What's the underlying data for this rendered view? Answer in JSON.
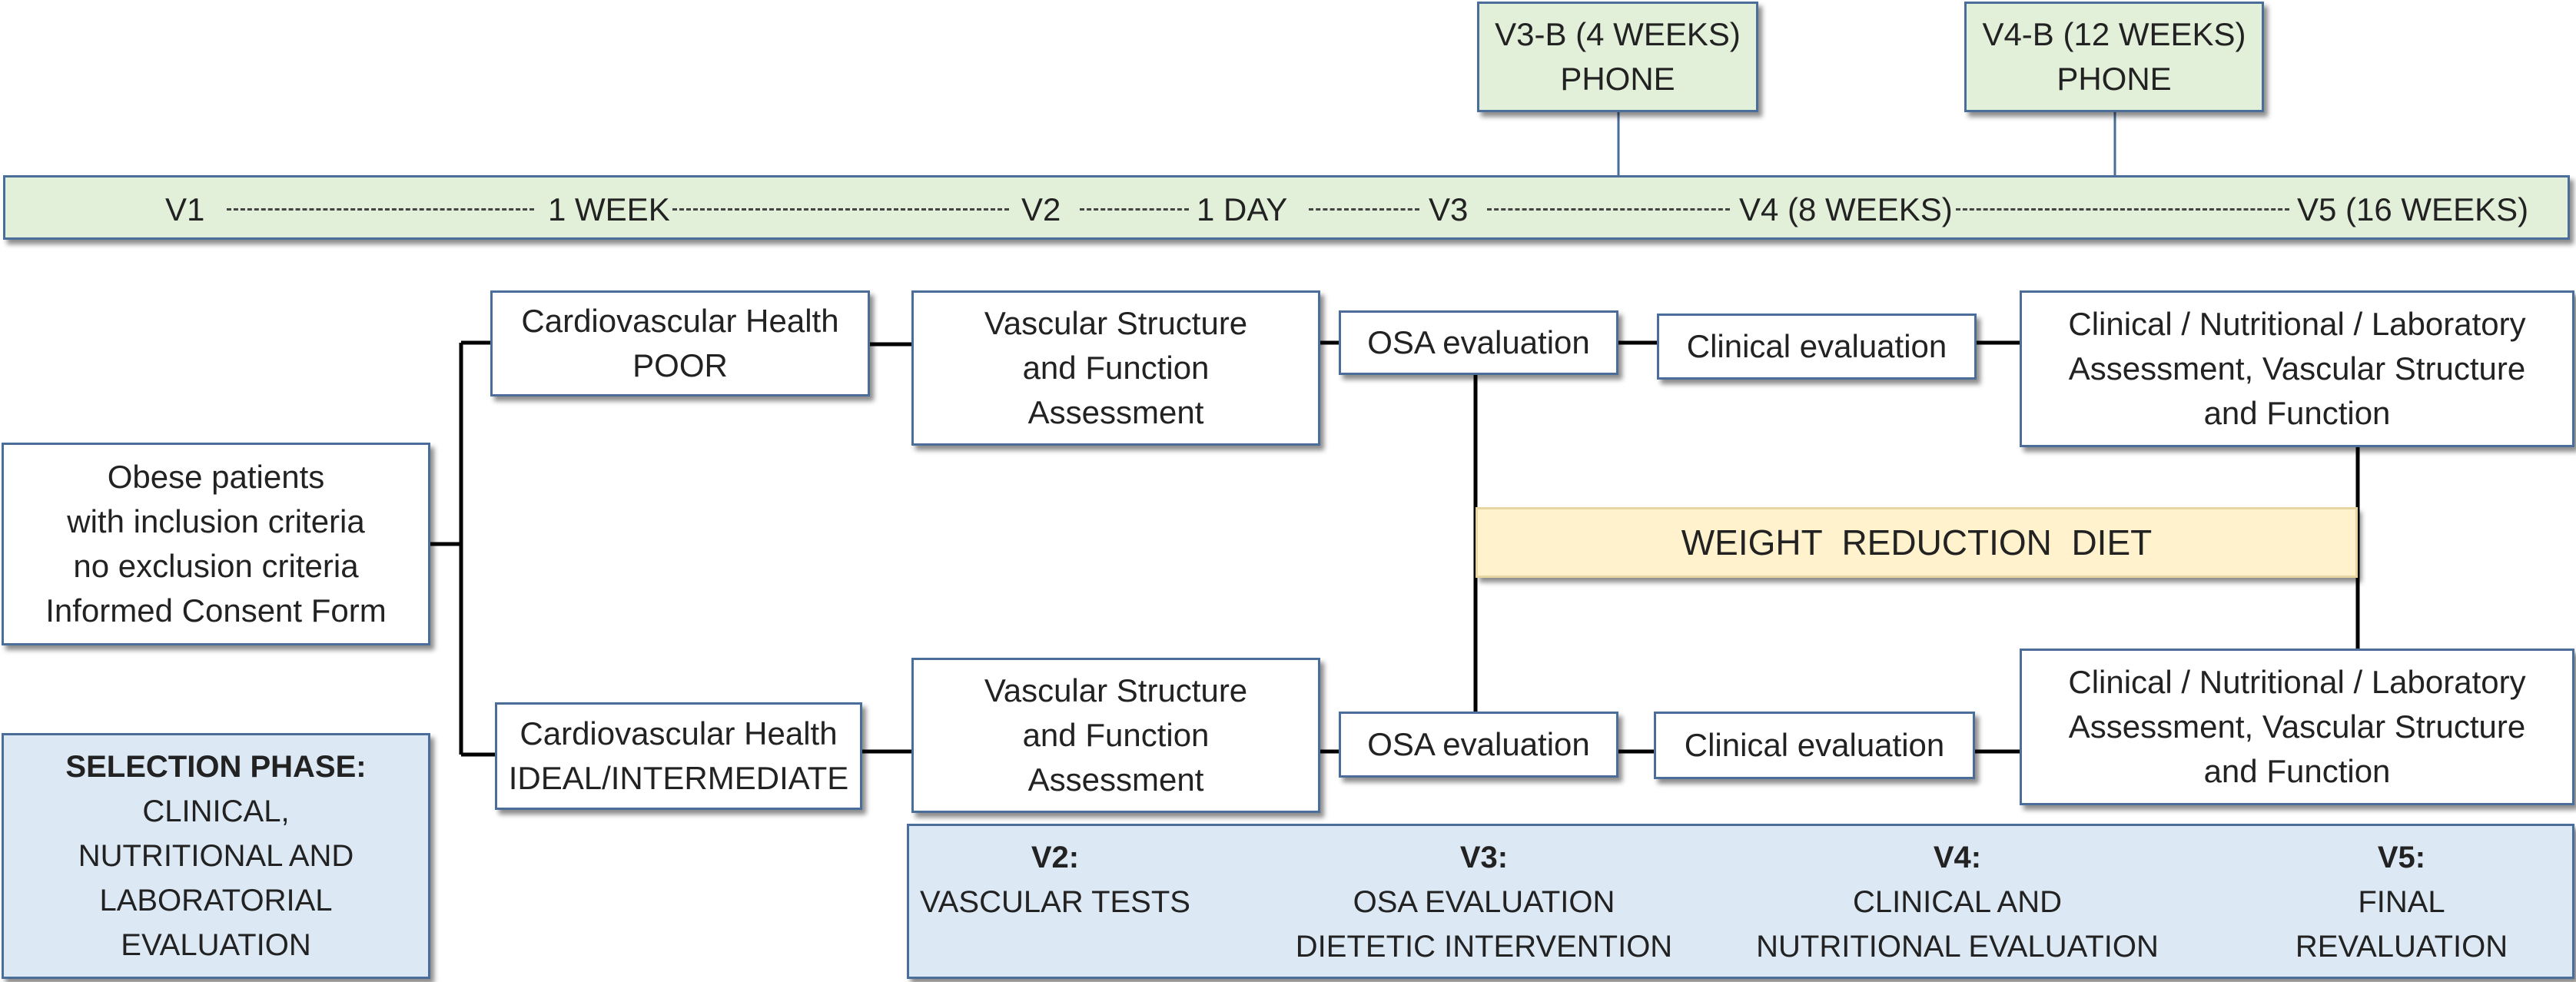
{
  "timeline": {
    "v1": "V1",
    "interval_1": "1 WEEK",
    "v2": "V2",
    "interval_2": "1 DAY",
    "v3": "V3",
    "v4": "V4 (8 WEEKS)",
    "v5": "V5 (16 WEEKS)"
  },
  "phone_visits": {
    "v3b": {
      "line1": "V3-B (4 WEEKS)",
      "line2": "PHONE"
    },
    "v4b": {
      "line1": "V4-B (12 WEEKS)",
      "line2": "PHONE"
    }
  },
  "start_box": {
    "lines": [
      "Obese patients",
      "with inclusion criteria",
      "no exclusion criteria",
      "Informed Consent Form"
    ]
  },
  "upper_branch": {
    "cv_health": {
      "line1": "Cardiovascular Health",
      "line2": "POOR"
    },
    "vascular": {
      "line1": "Vascular Structure",
      "line2": "and Function",
      "line3": "Assessment"
    },
    "osa": "OSA evaluation",
    "clinical": "Clinical evaluation",
    "final": {
      "line1": "Clinical / Nutritional / Laboratory",
      "line2": "Assessment, Vascular Structure",
      "line3": "and Function"
    }
  },
  "lower_branch": {
    "cv_health": {
      "line1": "Cardiovascular Health",
      "line2": "IDEAL/INTERMEDIATE"
    },
    "vascular": {
      "line1": "Vascular Structure",
      "line2": "and Function",
      "line3": "Assessment"
    },
    "osa": "OSA evaluation",
    "clinical": "Clinical evaluation",
    "final": {
      "line1": "Clinical / Nutritional / Laboratory",
      "line2": "Assessment, Vascular Structure",
      "line3": "and Function"
    }
  },
  "diet_bar": "WEIGHT  REDUCTION  DIET",
  "selection_phase": {
    "head": "SELECTION PHASE:",
    "lines": [
      "CLINICAL,",
      "NUTRITIONAL AND",
      "LABORATORIAL",
      "EVALUATION"
    ]
  },
  "legend": [
    {
      "head": "V2:",
      "line1": "VASCULAR TESTS",
      "line2": ""
    },
    {
      "head": "V3:",
      "line1": "OSA EVALUATION",
      "line2": "DIETETIC INTERVENTION"
    },
    {
      "head": "V4:",
      "line1": "CLINICAL AND",
      "line2": "NUTRITIONAL EVALUATION"
    },
    {
      "head": "V5:",
      "line1": "FINAL",
      "line2": "REVALUATION"
    }
  ],
  "colors": {
    "border": "#4a6d99",
    "timeline_fill": "#e2efd9",
    "info_fill": "#dce9f5",
    "diet_fill": "#fff2cc"
  }
}
